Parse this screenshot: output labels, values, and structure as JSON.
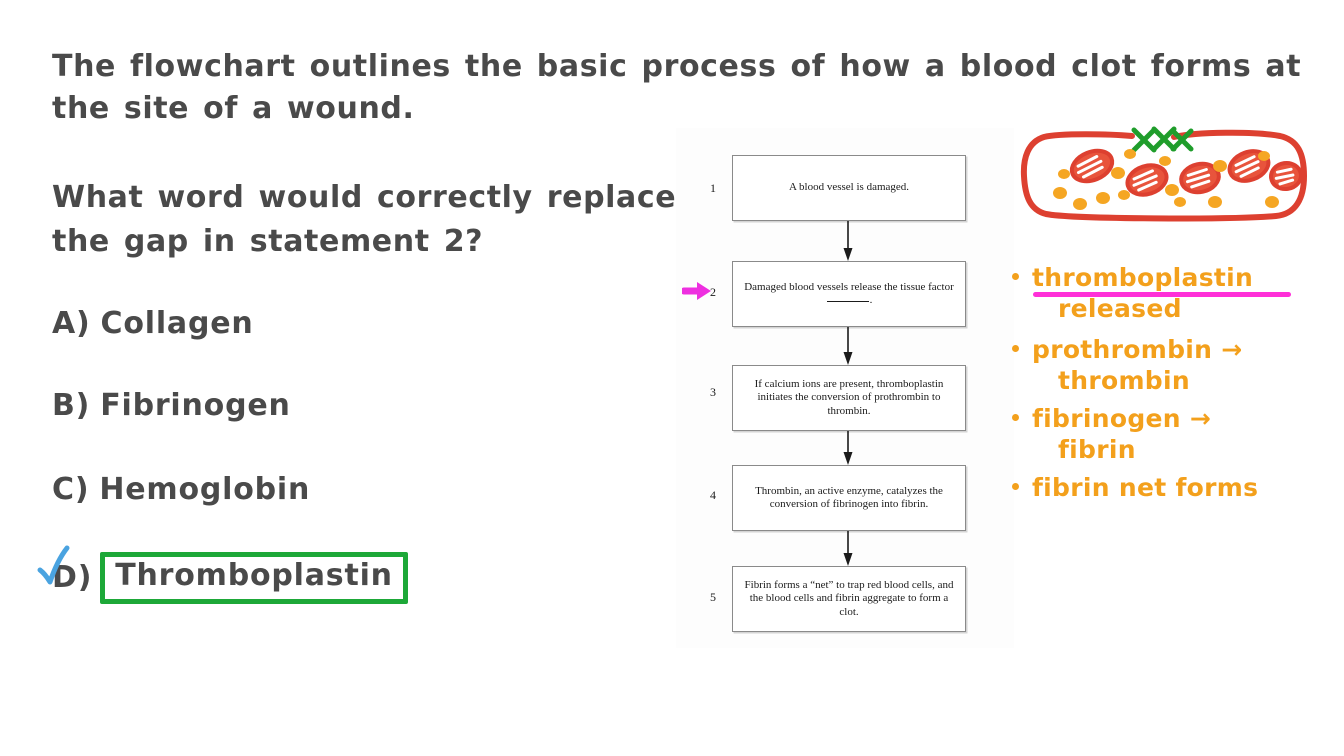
{
  "question": {
    "stem": "The flowchart outlines the basic process of how a blood clot forms at the site of a wound.",
    "prompt": "What word would correctly replace the gap in statement 2?"
  },
  "options": [
    {
      "letter": "A)",
      "label": "Collagen",
      "selected": false
    },
    {
      "letter": "B)",
      "label": "Fibrinogen",
      "selected": false
    },
    {
      "letter": "C)",
      "label": "Hemoglobin",
      "selected": false
    },
    {
      "letter": "D)",
      "label": "Thromboplastin",
      "selected": true
    }
  ],
  "marks": {
    "check_color": "#4aa3e0",
    "answer_box_color": "#1da838",
    "pointer_color": "#ee2fe0",
    "note_color": "#f3a01c",
    "underline_color": "#ff2fd8",
    "vessel_color": "#dd4030",
    "platelet_color": "#f5a623",
    "fibrin_color": "#1f9d2b"
  },
  "flowchart": {
    "steps": [
      {
        "num": "1",
        "text": "A blood vessel is damaged."
      },
      {
        "num": "2",
        "text_before": "Damaged blood vessels release the tissue factor",
        "text_after": ".",
        "has_blank": true
      },
      {
        "num": "3",
        "text": "If calcium ions are present, thromboplastin initiates the conversion of prothrombin to thrombin."
      },
      {
        "num": "4",
        "text": "Thrombin, an active enzyme, catalyzes the conversion of fibrinogen into fibrin."
      },
      {
        "num": "5",
        "text": "Fibrin forms a “net” to trap red blood cells, and the blood cells and fibrin aggregate to form a clot."
      }
    ]
  },
  "notes": [
    {
      "line1": "thromboplastin",
      "line2": "released",
      "underlined": true
    },
    {
      "line1": "prothrombin →",
      "line2": "thrombin",
      "underlined": false
    },
    {
      "line1": "fibrinogen →",
      "line2": "fibrin",
      "underlined": false
    },
    {
      "line1": "fibrin net forms",
      "line2": "",
      "underlined": false
    }
  ]
}
